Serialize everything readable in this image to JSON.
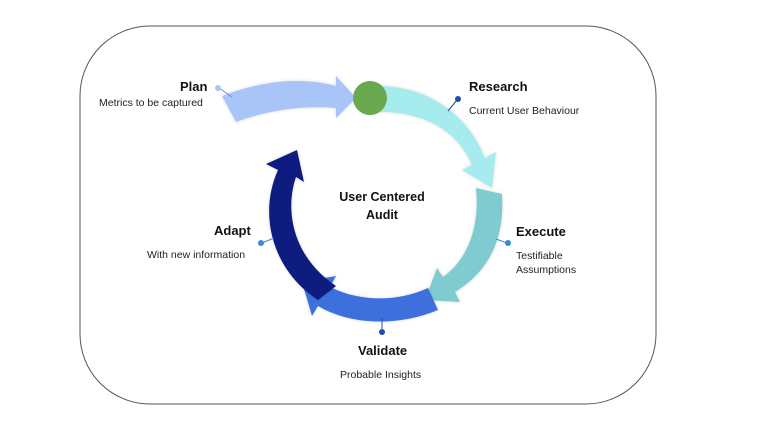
{
  "center": {
    "line1": "User Centered",
    "line2": "Audit"
  },
  "stages": [
    {
      "id": "plan",
      "title": "Plan",
      "subtitle": "Metrics to be captured",
      "color": "#a9c5f8"
    },
    {
      "id": "research",
      "title": "Research",
      "subtitle": "Current User Behaviour",
      "color": "#a6ecee"
    },
    {
      "id": "execute",
      "title": "Execute",
      "subtitle_line1": "Testifiable",
      "subtitle_line2": "Assumptions",
      "color": "#80cbcf"
    },
    {
      "id": "validate",
      "title": "Validate",
      "subtitle": "Probable Insights",
      "color": "#3e6fdc"
    },
    {
      "id": "adapt",
      "title": "Adapt",
      "subtitle": "With new information",
      "color": "#0b1f7e"
    }
  ],
  "hub_color": "#6aa84f"
}
